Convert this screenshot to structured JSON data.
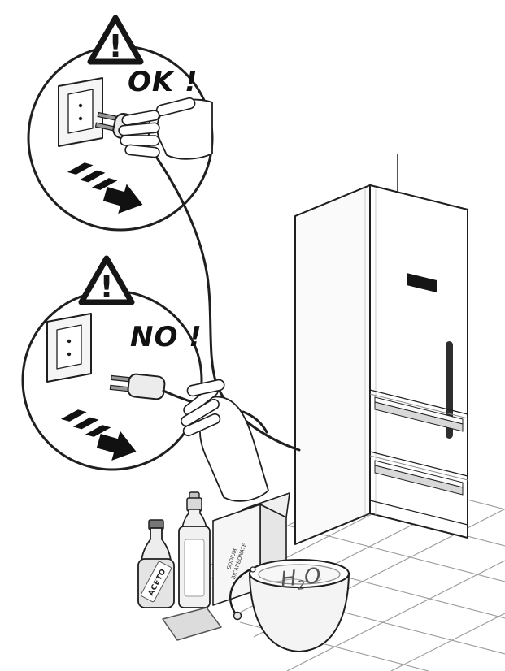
{
  "illustration": {
    "ok": {
      "label": "OK !",
      "warning_mark": "!"
    },
    "no": {
      "label": "NO !",
      "warning_mark": "!"
    },
    "supplies": {
      "vinegar_label": "ACETO",
      "box_label_line1": "SODIUM",
      "box_label_line2": "BICARBONATE",
      "water": {
        "h": "H",
        "sub": "2",
        "o": "O"
      }
    }
  },
  "colors": {
    "ink": "#1f1f1f",
    "paper": "#ffffff",
    "shade_light": "#ededed",
    "shade_mid": "#d8d8d8",
    "display_black": "#151515",
    "tile_line": "#9a9a9a"
  }
}
